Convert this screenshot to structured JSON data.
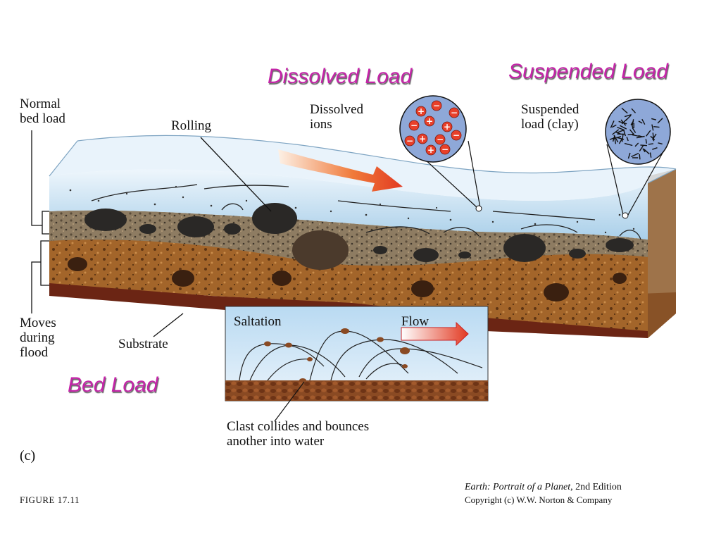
{
  "headings": {
    "dissolved": "Dissolved Load",
    "suspended": "Suspended Load",
    "bed": "Bed Load"
  },
  "labels": {
    "normal_bed_load": "Normal\nbed load",
    "rolling": "Rolling",
    "dissolved_ions": "Dissolved\nions",
    "suspended_clay": "Suspended\nload (clay)",
    "moves_during_flood": "Moves\nduring\nflood",
    "substrate": "Substrate",
    "saltation": "Saltation",
    "flow": "Flow",
    "clast_collides": "Clast collides and bounces\nanother into water",
    "panel": "(c)"
  },
  "footer": {
    "figure": "FIGURE 17.11",
    "book_title": "Earth: Portrait of a Planet",
    "edition": ", 2nd Edition",
    "copyright": "Copyright (c) W.W. Norton & Company"
  },
  "ion_symbols": [
    "+",
    "−"
  ],
  "colors": {
    "heading": "#c424a8",
    "water": "#bcd9ee",
    "bed_load_layer": "#6f6a5e",
    "flood_layer": "#a8692e",
    "substrate": "#6b2514",
    "flow_arrow": "#e8402a"
  }
}
